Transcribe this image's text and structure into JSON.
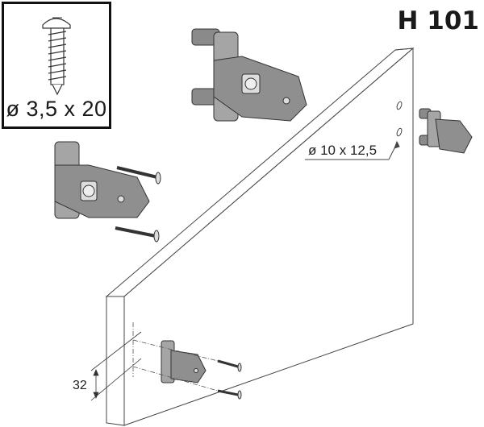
{
  "diagram": {
    "title": "H 101",
    "screw_spec": {
      "label": "ø 3,5 x 20",
      "icon": "pan-head-screw-icon"
    },
    "hole_spec": {
      "label": "ø 10 x 12,5"
    },
    "spacing_dimension": {
      "label": "32"
    },
    "components": [
      {
        "name": "mounting-clip-with-dowels",
        "position": "top-center"
      },
      {
        "name": "mounting-clip-with-screws",
        "position": "left-middle"
      },
      {
        "name": "mounting-clip-small",
        "position": "right-of-board"
      },
      {
        "name": "mounting-clip-on-board",
        "position": "bottom-center"
      }
    ],
    "colors": {
      "line": "#333333",
      "part_fill": "#8a8a8a",
      "part_light": "#c4c4c4",
      "background": "#ffffff"
    }
  }
}
